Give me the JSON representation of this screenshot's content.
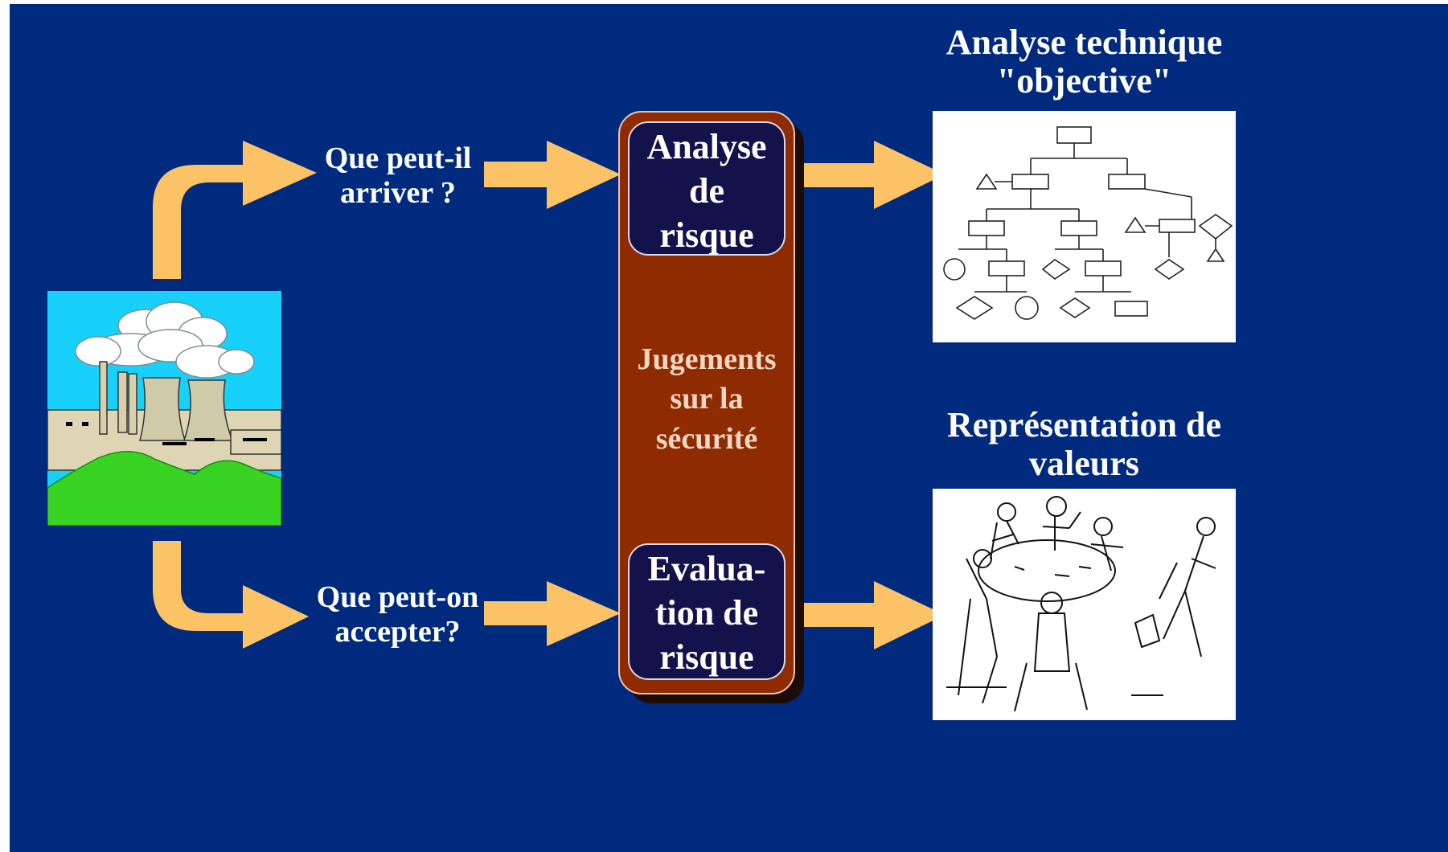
{
  "colors": {
    "background": "#002a7e",
    "arrow": "#fbc266",
    "central_panel": "#8f2b00",
    "inner_box": "#14124a",
    "text": "#ffffff"
  },
  "plant_image": {
    "icon": "nuclear-plant-icon"
  },
  "question_top": "Que peut-il\narriver ?",
  "question_bottom": "Que peut-on\naccepter?",
  "central_panel": {
    "top_box": "Analyse\nde\nrisque",
    "middle_text": "Jugements\nsur la\nsécurité",
    "bottom_box": "Evalua-\ntion de\nrisque"
  },
  "right_top": {
    "heading": "Analyse technique\n\"objective\"",
    "image_icon": "fault-tree-diagram-icon"
  },
  "right_bottom": {
    "heading": "Représentation de\nvaleurs",
    "image_icon": "people-meeting-sketch-icon"
  }
}
